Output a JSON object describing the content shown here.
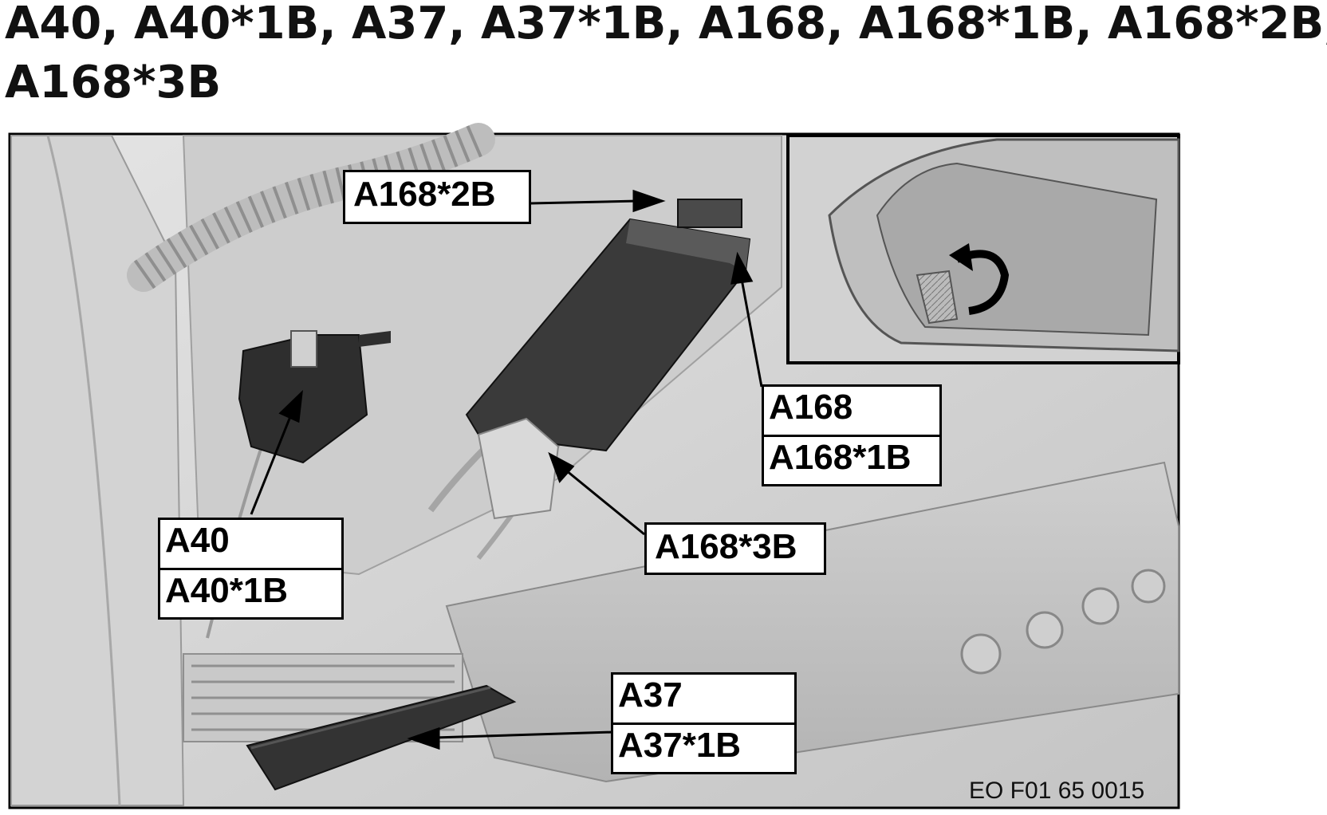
{
  "heading": {
    "line1": "A40, A40*1B, A37, A37*1B, A168, A168*1B, A168*2B,",
    "line2": "A168*3B"
  },
  "callouts": {
    "a168_2b": "A168*2B",
    "a168": "A168",
    "a168_1b": "A168*1B",
    "a168_3b": "A168*3B",
    "a40": "A40",
    "a40_1b": "A40*1B",
    "a37": "A37",
    "a37_1b": "A37*1B"
  },
  "figure_id": "EO F01 65 0015",
  "colors": {
    "panel_light": "#d9d9d9",
    "panel_mid": "#bdbdbd",
    "module_dark": "#3a3a3a",
    "line": "#000000"
  }
}
